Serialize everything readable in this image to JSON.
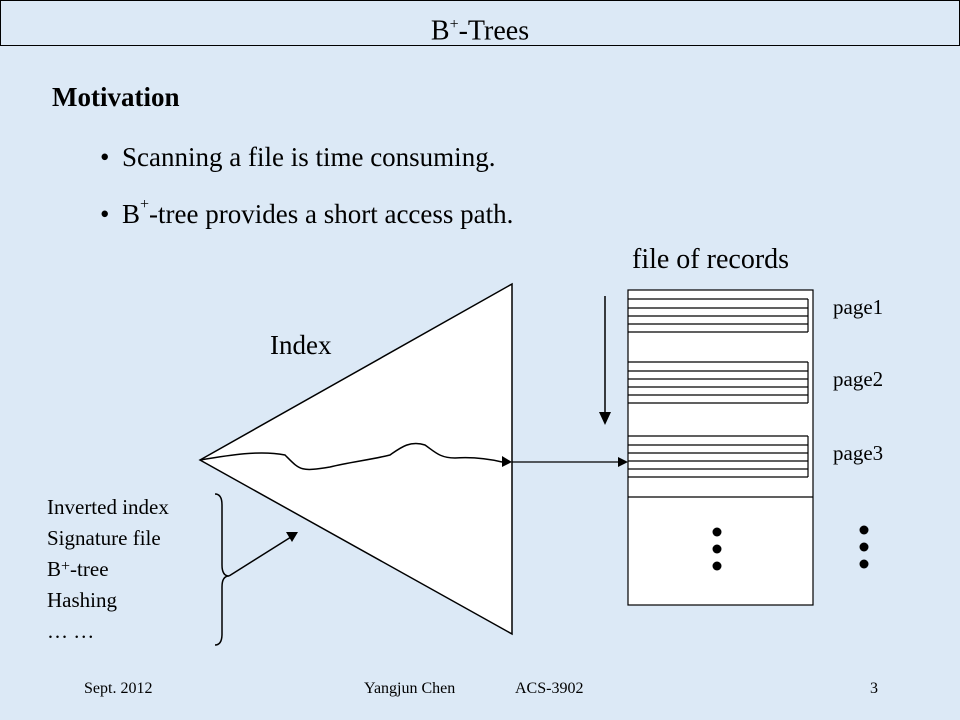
{
  "title": {
    "main": "B",
    "sup": "+",
    "rest": "-Trees"
  },
  "heading": "Motivation",
  "bullets": [
    {
      "pre": "Scanning a file is time consuming.",
      "sup": "",
      "post": ""
    },
    {
      "pre": "B",
      "sup": "+",
      "post": "-tree provides a short access path."
    }
  ],
  "bullet_char": "•",
  "diagram": {
    "file_label": "file of records",
    "index_label": "Index",
    "pages": [
      "page1",
      "page2",
      "page3"
    ]
  },
  "list": {
    "items": [
      {
        "pre": "Inverted index",
        "sup": "",
        "post": ""
      },
      {
        "pre": "Signature file",
        "sup": "",
        "post": ""
      },
      {
        "pre": "B",
        "sup": "+",
        "post": "-tree"
      },
      {
        "pre": "Hashing",
        "sup": "",
        "post": ""
      },
      {
        "pre": "… …",
        "sup": "",
        "post": ""
      }
    ]
  },
  "footer": {
    "date": "Sept. 2012",
    "author": "Yangjun Chen",
    "course": "ACS-3902",
    "page": "3"
  },
  "colors": {
    "background": "#dce9f6",
    "ink": "#000000",
    "fill": "#ffffff"
  }
}
